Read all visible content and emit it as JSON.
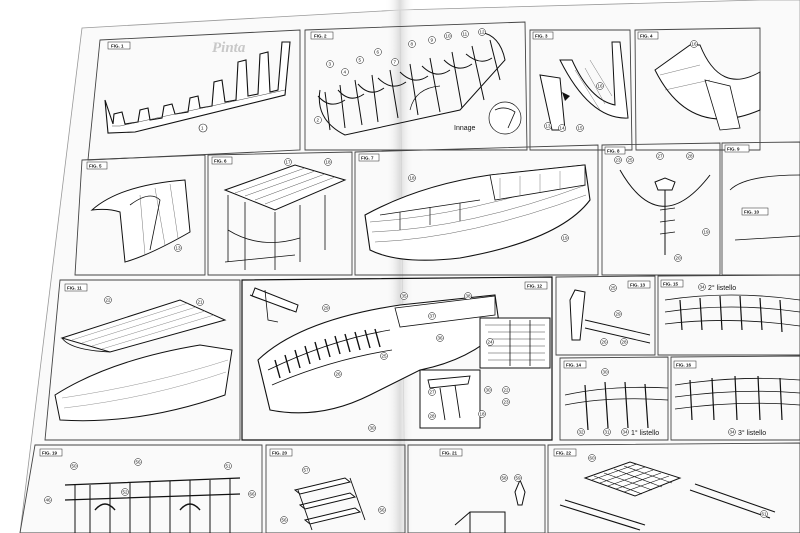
{
  "sheet": {
    "watermark_title": "Pinta",
    "figures": [
      {
        "label": "FIG. 1",
        "callouts": [
          "1"
        ]
      },
      {
        "label": "FIG. 2",
        "callouts": [
          "2",
          "3",
          "4",
          "5",
          "6",
          "7",
          "8",
          "9",
          "10",
          "11",
          "12"
        ],
        "note": "Innage"
      },
      {
        "label": "FIG. 3",
        "callouts": [
          "13",
          "14",
          "15",
          "16"
        ]
      },
      {
        "label": "FIG. 4",
        "callouts": [
          "16"
        ]
      },
      {
        "label": "FIG. 5",
        "callouts": [
          "13"
        ]
      },
      {
        "label": "FIG. 6",
        "callouts": [
          "17",
          "18"
        ]
      },
      {
        "label": "FIG. 7",
        "callouts": [
          "18",
          "19"
        ]
      },
      {
        "label": "FIG. 8",
        "callouts": [
          "23",
          "27",
          "25",
          "28",
          "19",
          "20"
        ]
      },
      {
        "label": "FIG. 9",
        "callouts": []
      },
      {
        "label": "FIG. 10",
        "callouts": []
      },
      {
        "label": "FIG. 11",
        "callouts": [
          "22",
          "21"
        ]
      },
      {
        "label": "FIG. 12",
        "callouts": [
          "35",
          "38",
          "29",
          "37",
          "36",
          "24",
          "25",
          "26",
          "30",
          "27",
          "28",
          "22",
          "23",
          "18",
          "30"
        ]
      },
      {
        "label": "FIG. 13",
        "callouts": [
          "25",
          "29",
          "26",
          "28"
        ]
      },
      {
        "label": "FIG. 14",
        "callouts": [
          "30",
          "32",
          "31",
          "34"
        ],
        "note": "1° listello"
      },
      {
        "label": "FIG. 15",
        "callouts": [
          "34"
        ],
        "note": "2° listello"
      },
      {
        "label": "FIG. 16",
        "callouts": [
          "34"
        ],
        "note": "3° listello"
      },
      {
        "label": "FIG. 19",
        "callouts": [
          "50",
          "56",
          "51",
          "52",
          "66",
          "46"
        ]
      },
      {
        "label": "FIG. 20",
        "callouts": [
          "57",
          "56",
          "56"
        ]
      },
      {
        "label": "FIG. 21",
        "callouts": [
          "58",
          "59"
        ]
      },
      {
        "label": "FIG. 22",
        "callouts": [
          "60",
          "61"
        ]
      }
    ]
  }
}
